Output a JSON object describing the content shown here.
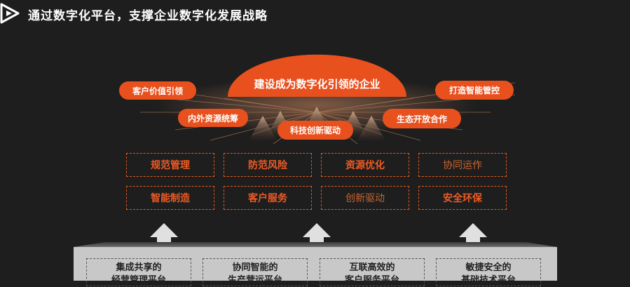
{
  "title": "通过数字化平台，支撑企业数字化发展战略",
  "logo_icon": "play-triangle-icon",
  "goal": "建设成为数字化引领的企业",
  "ellipses": [
    {
      "id": "customer-value",
      "label": "客户价值引领"
    },
    {
      "id": "resource",
      "label": "内外资源统筹"
    },
    {
      "id": "tech",
      "label": "科技创新驱动"
    },
    {
      "id": "ecosystem",
      "label": "生态开放合作"
    },
    {
      "id": "smart-control",
      "label": "打造智能管控"
    }
  ],
  "capabilities": [
    {
      "label": "规范管理",
      "style": "orange"
    },
    {
      "label": "防范风险",
      "style": "orange"
    },
    {
      "label": "资源优化",
      "style": "orange"
    },
    {
      "label": "协同运作",
      "style": "dim"
    },
    {
      "label": "智能制造",
      "style": "orange"
    },
    {
      "label": "客户服务",
      "style": "orange"
    },
    {
      "label": "创新驱动",
      "style": "dim"
    },
    {
      "label": "安全环保",
      "style": "orange"
    }
  ],
  "platforms": [
    {
      "line1": "集成共享的",
      "line2": "经营管理平台"
    },
    {
      "line1": "协同智能的",
      "line2": "生产营运平台"
    },
    {
      "line1": "互联高效的",
      "line2": "客户服务平台"
    },
    {
      "line1": "敏捷安全的",
      "line2": "基础技术平台"
    }
  ],
  "colors": {
    "accent": "#e8501e",
    "background": "#1e1e1e",
    "platform": "#c8c8c8"
  }
}
